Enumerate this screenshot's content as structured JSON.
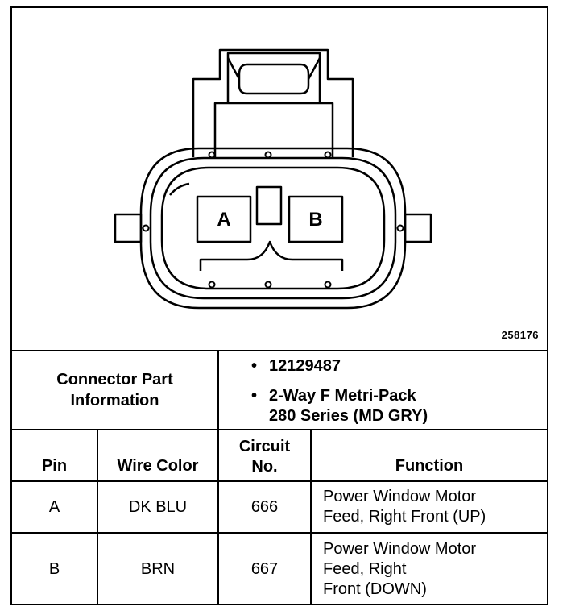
{
  "figure_id": "258176",
  "connector": {
    "pin_labels": [
      "A",
      "B"
    ]
  },
  "part_info": {
    "label_line1": "Connector Part",
    "label_line2": "Information",
    "part_number": "12129487",
    "description_line1": "2-Way F Metri-Pack",
    "description_line2": "280 Series (MD GRY)"
  },
  "table": {
    "headers": {
      "pin": "Pin",
      "wire_color": "Wire Color",
      "circuit_line1": "Circuit",
      "circuit_line2": "No.",
      "function": "Function"
    },
    "rows": [
      {
        "pin": "A",
        "wire_color": "DK BLU",
        "circuit": "666",
        "function_lines": [
          "Power Window Motor",
          "Feed, Right Front (UP)"
        ]
      },
      {
        "pin": "B",
        "wire_color": "BRN",
        "circuit": "667",
        "function_lines": [
          "Power Window Motor",
          "Feed, Right",
          "Front (DOWN)"
        ]
      }
    ]
  }
}
